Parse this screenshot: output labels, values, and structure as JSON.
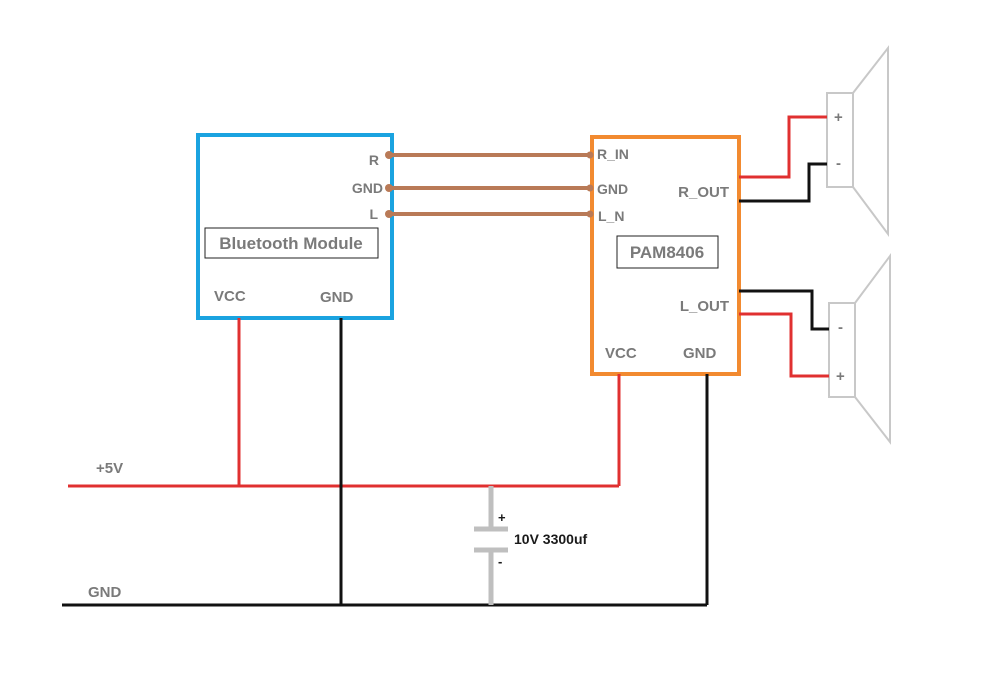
{
  "bluetooth_module": {
    "title": "Bluetooth Module",
    "pin_r": "R",
    "pin_gnd": "GND",
    "pin_l": "L",
    "pin_vcc": "VCC",
    "pin_gnd_bottom": "GND"
  },
  "amplifier": {
    "title": "PAM8406",
    "pin_r_in": "R_IN",
    "pin_gnd": "GND",
    "pin_l_in": "L_N",
    "pin_r_out": "R_OUT",
    "pin_l_out": "L_OUT",
    "pin_vcc": "VCC",
    "pin_gnd_bottom": "GND"
  },
  "speaker_right": {
    "plus": "+",
    "minus": "-"
  },
  "speaker_left": {
    "minus": "-",
    "plus": "+"
  },
  "rails": {
    "supply": "+5V",
    "ground": "GND"
  },
  "capacitor": {
    "label": "10V 3300uf",
    "plus": "+",
    "minus": "-"
  },
  "colors": {
    "bluetooth_border": "#1aa3e0",
    "amplifier_border": "#f28a30",
    "signal_wire": "#b97a57",
    "power_wire": "#e03030",
    "ground_wire": "#111111",
    "speaker_outline": "#c8c8c8",
    "label_gray": "#7a7a7a"
  }
}
